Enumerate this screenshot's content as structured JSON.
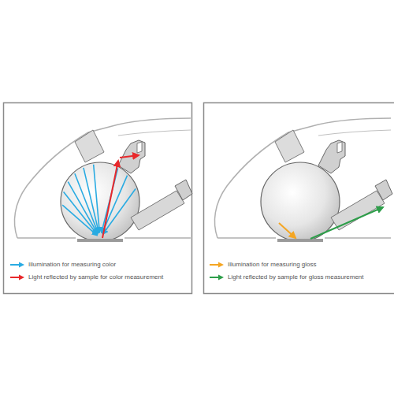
{
  "diagram": {
    "legend": [
      {
        "text": "Illumination for measuring color",
        "color": "#29abe2"
      },
      {
        "text": "Light reflected by sample for color measurement",
        "color": "#e8282b"
      },
      {
        "text": "Illumination for measuring gloss",
        "color": "#f5a623"
      },
      {
        "text": "Light reflected by sample for gloss measurement",
        "color": "#2e9e4a"
      }
    ]
  }
}
